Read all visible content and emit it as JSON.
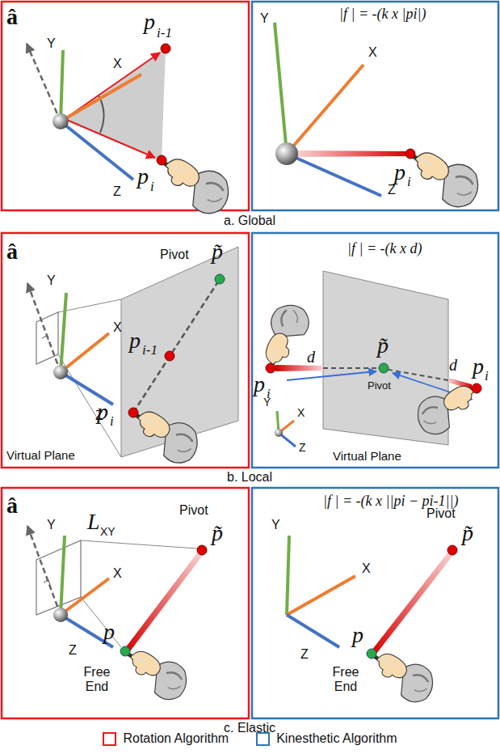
{
  "diagram": {
    "labels": [
      "â",
      "Y",
      "X",
      "Z",
      "p",
      "i-1",
      "p",
      "i",
      "|f | = -(k x |pi|)",
      "Y",
      "X",
      "Z",
      "p",
      "i",
      "a. Global",
      "â",
      "Y",
      "X",
      "Z",
      "Pivot",
      "p̃",
      "p",
      "i-1",
      "p",
      "i",
      "Virtual Plane",
      "|f | = -(k x d)",
      "p",
      "i",
      "d",
      "d",
      "p̃",
      "Pivot",
      "p",
      "i",
      "Y",
      "X",
      "Z",
      "Virtual Plane",
      "b. Local",
      "â",
      "Y",
      "X",
      "Z",
      "L",
      "XY",
      "Pivot",
      "p̃",
      "p",
      "Free End",
      "|f | = -(k x ||pi − pi-1||)",
      "Pivot",
      "p̃",
      "Y",
      "X",
      "Z",
      "p",
      "Free End",
      "c. Elastic"
    ],
    "legend": [
      {
        "text": "Rotation Algorithm",
        "color": "#e8191e"
      },
      {
        "text": "Kinesthetic Algorithm",
        "color": "#2e75b6"
      }
    ]
  }
}
